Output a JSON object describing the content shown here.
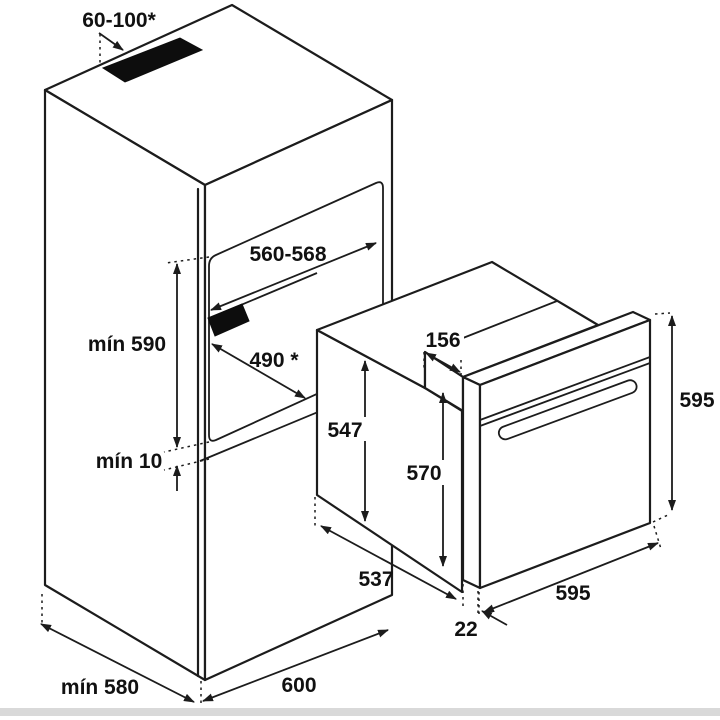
{
  "diagram": {
    "title": "Built-in oven installation dimensions diagram",
    "type": "isometric line drawing",
    "units": "mm (implied)",
    "cabinet": {
      "top_vent_width": "60-100*",
      "niche_width": "560-568",
      "niche_min_height": "mín 590",
      "niche_depth": "490 *",
      "bottom_vent_gap": "mín 10",
      "cabinet_min_depth": "mín 580",
      "cabinet_width": "600"
    },
    "oven": {
      "control_housing_depth": "156",
      "body_height": "547",
      "inner_front_height": "570",
      "front_height": "595",
      "body_depth": "537",
      "door_thickness": "22",
      "front_width": "595"
    }
  },
  "colors": {
    "line": "#1c1c1c",
    "vent_fill": "#0d0d0d",
    "background": "#ffffff",
    "footer_band": "#d9d9d9"
  }
}
